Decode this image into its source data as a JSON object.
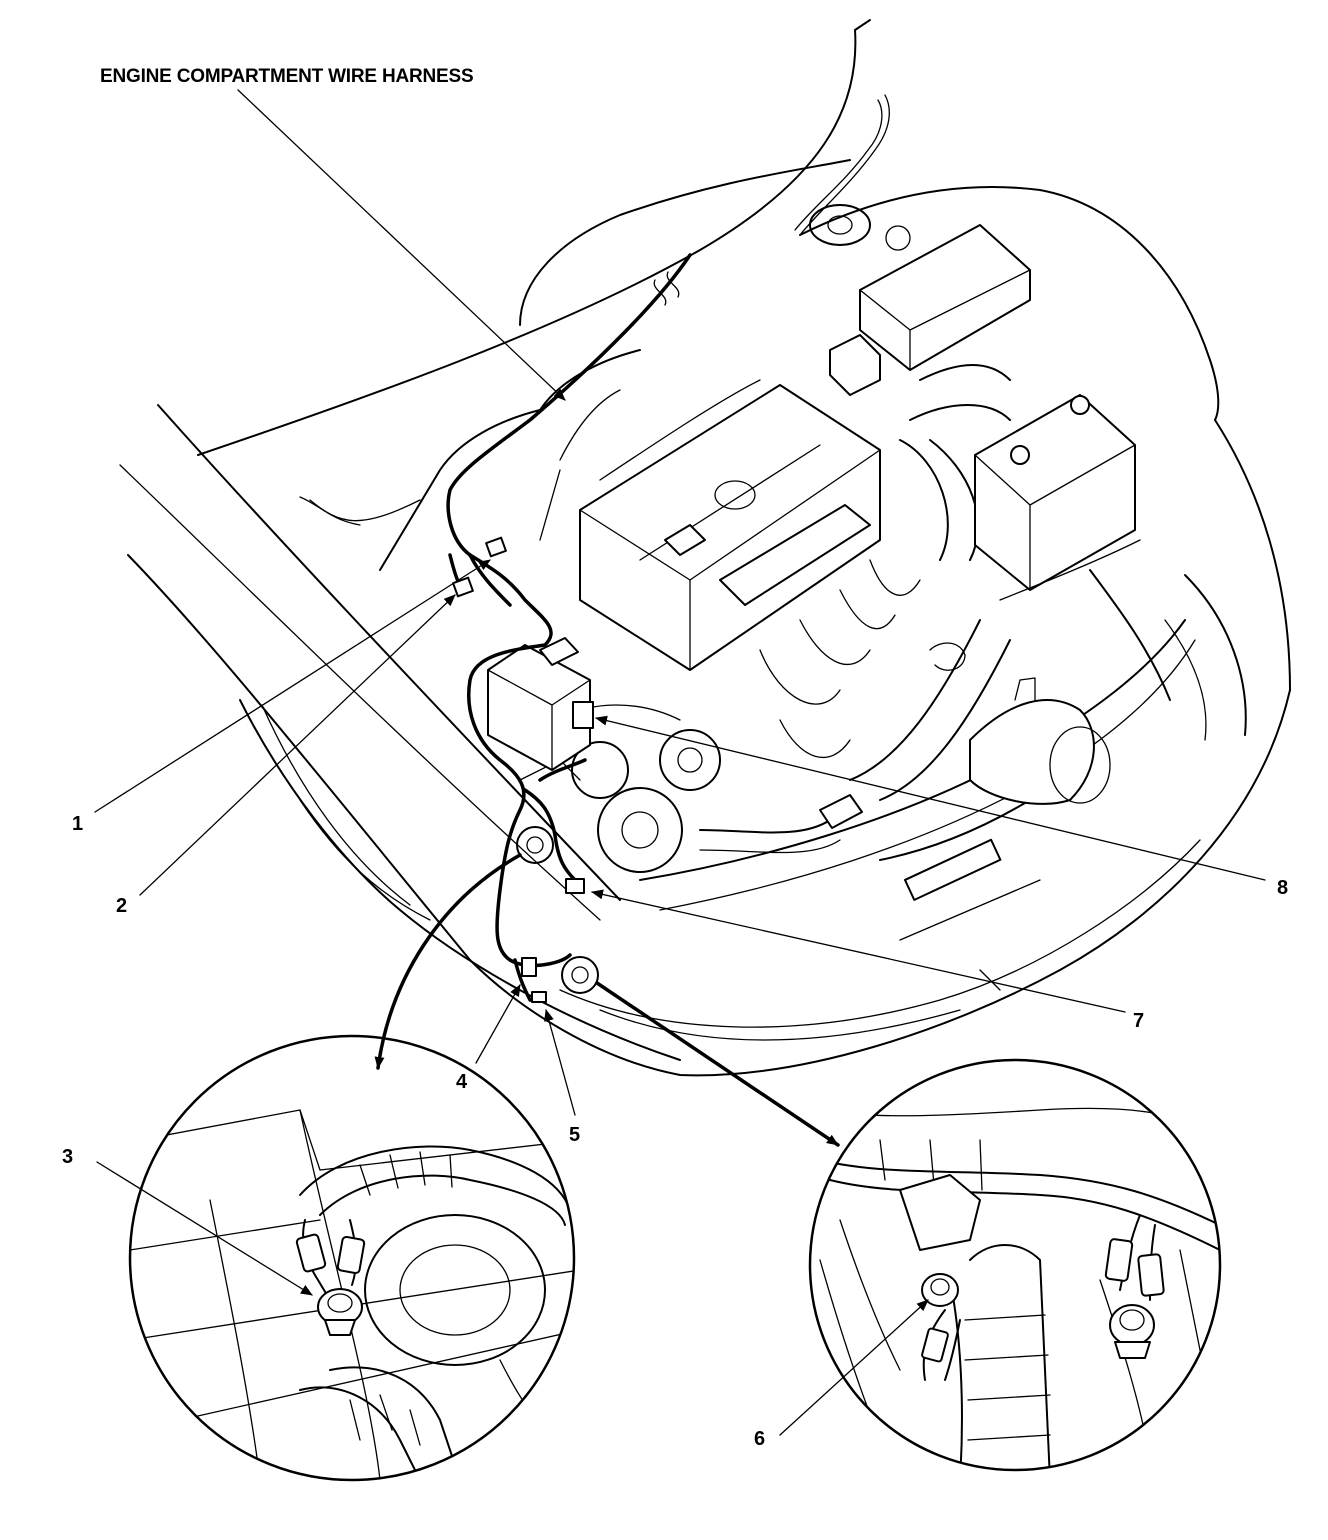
{
  "title": "ENGINE COMPARTMENT WIRE HARNESS",
  "callouts": [
    "1",
    "2",
    "3",
    "4",
    "5",
    "6",
    "7",
    "8"
  ]
}
